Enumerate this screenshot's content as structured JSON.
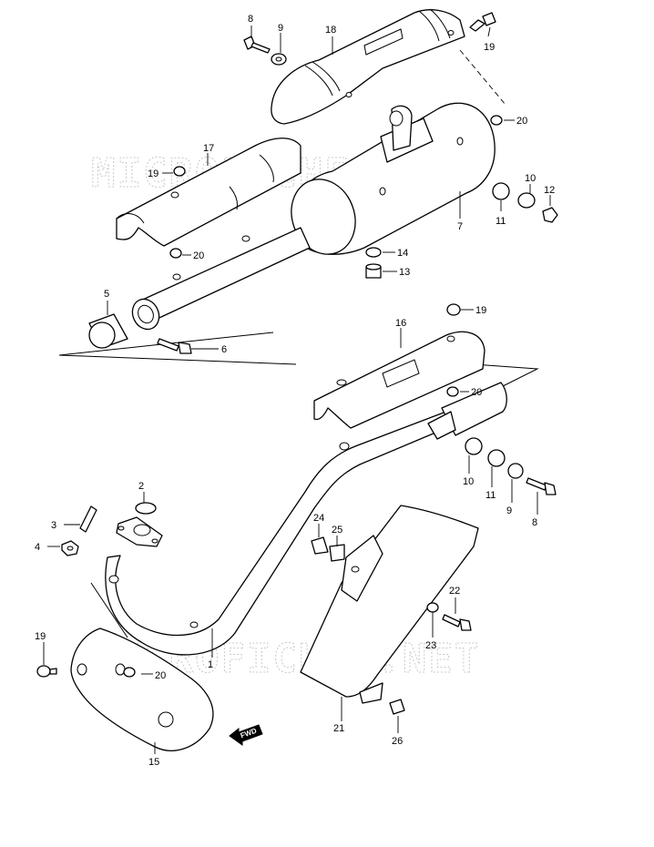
{
  "watermark": "MICROFICHES.NET",
  "fwd_label": "FWD",
  "callouts": {
    "c1": "1",
    "c2": "2",
    "c3": "3",
    "c4": "4",
    "c5": "5",
    "c6": "6",
    "c7": "7",
    "c8a": "8",
    "c8b": "8",
    "c9a": "9",
    "c9b": "9",
    "c10a": "10",
    "c10b": "10",
    "c11a": "11",
    "c11b": "11",
    "c12": "12",
    "c13": "13",
    "c14": "14",
    "c15": "15",
    "c16": "16",
    "c17": "17",
    "c18": "18",
    "c19a": "19",
    "c19b": "19",
    "c19c": "19",
    "c19d": "19",
    "c20a": "20",
    "c20b": "20",
    "c20c": "20",
    "c20d": "20",
    "c21": "21",
    "c22": "22",
    "c23": "23",
    "c24": "24",
    "c25": "25",
    "c26": "26"
  }
}
